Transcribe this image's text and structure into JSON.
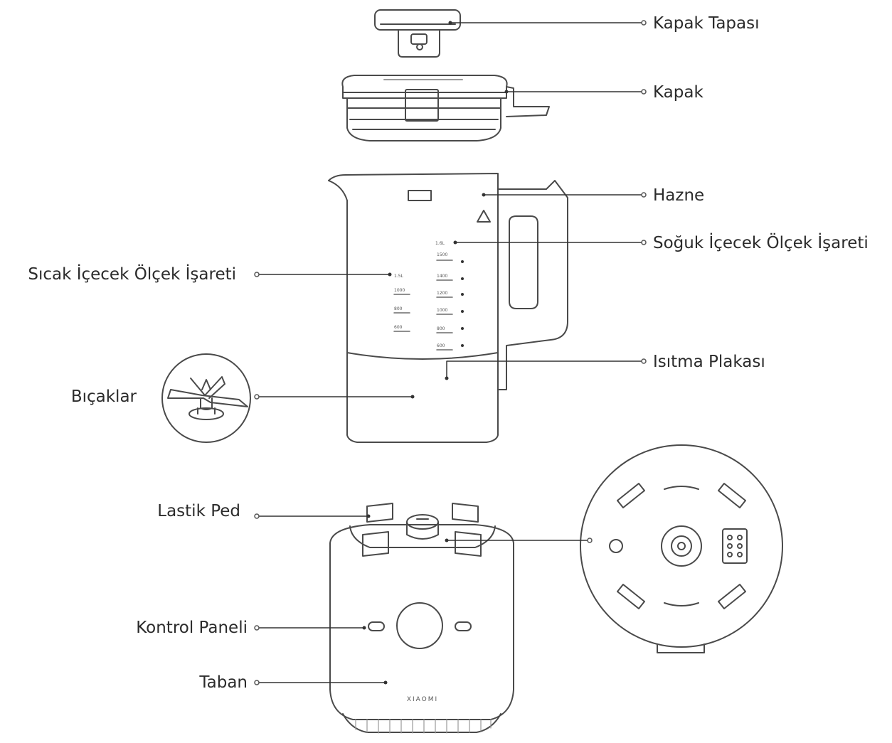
{
  "labels": {
    "kapak_tapasi": "Kapak Tapası",
    "kapak": "Kapak",
    "hazne": "Hazne",
    "soguk_olcek": "Soğuk İçecek Ölçek İşareti",
    "sicak_olcek": "Sıcak İçecek Ölçek İşareti",
    "isitma_plakasi": "Isıtma Plakası",
    "bicaklar": "Bıçaklar",
    "lastik_ped": "Lastik Ped",
    "kontrol_paneli": "Kontrol Paneli",
    "taban": "Taban"
  },
  "brand_text": "XIAOMI",
  "colors": {
    "line": "#333333",
    "stroke": "#4a4a4a",
    "light": "#9a9a9a"
  }
}
